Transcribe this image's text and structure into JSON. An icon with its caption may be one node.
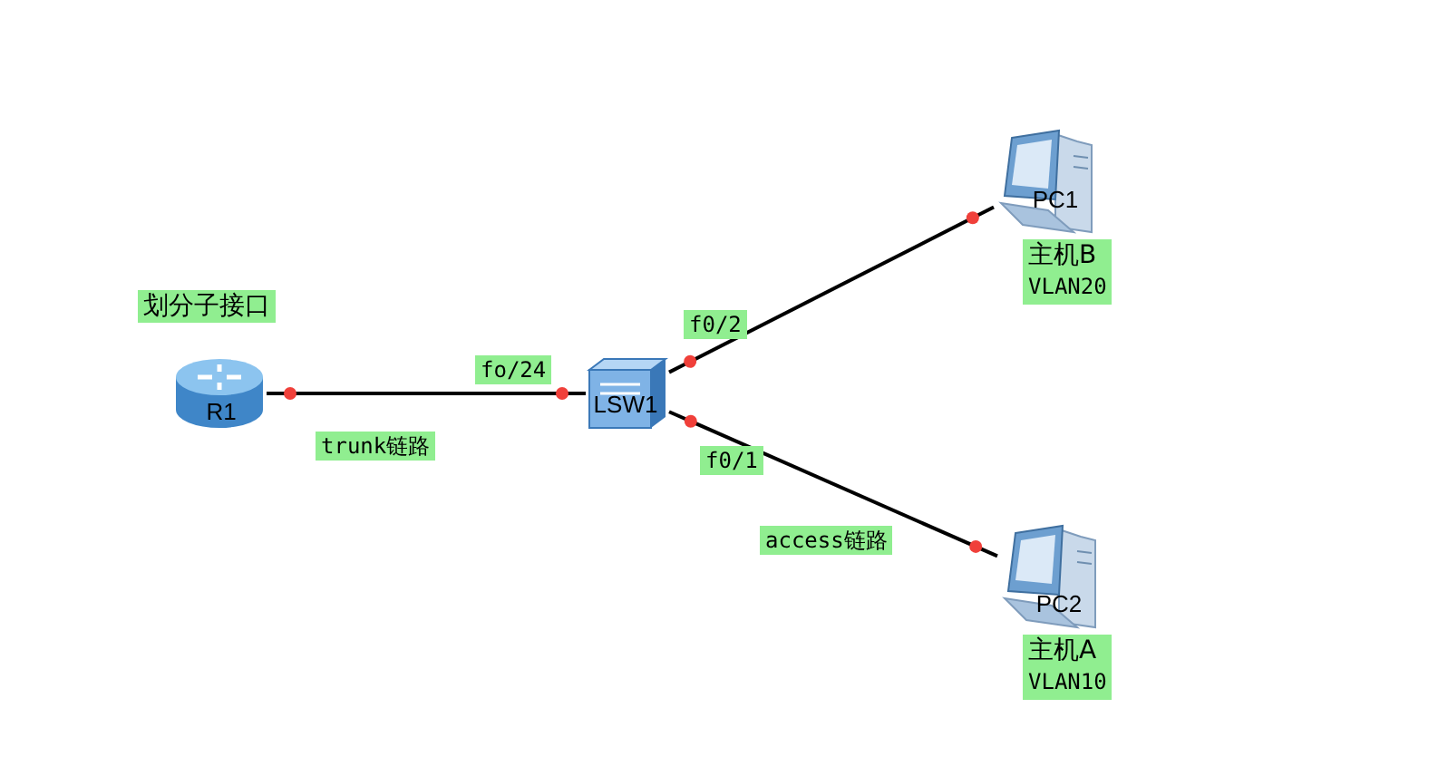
{
  "diagram": {
    "nodes": [
      {
        "text": [
          "R1"
        ],
        "beside": [
          "划分子接口"
        ]
      },
      {
        "text": [
          "LSW1"
        ]
      },
      {
        "text": [
          "PC1"
        ],
        "beside": [
          "主机B",
          "VLAN20"
        ]
      },
      {
        "text": [
          "PC2"
        ],
        "beside": [
          "主机A",
          "VLAN10"
        ]
      }
    ],
    "edges": [
      {
        "from": 0,
        "to": 1,
        "arrow": "none"
      },
      {
        "from": 1,
        "to": 2,
        "arrow": "none"
      },
      {
        "from": 1,
        "to": 3,
        "arrow": "none"
      }
    ],
    "labels": [
      "fo/24",
      "trunk链路",
      "f0/2",
      "f0/1",
      "access链路"
    ]
  }
}
